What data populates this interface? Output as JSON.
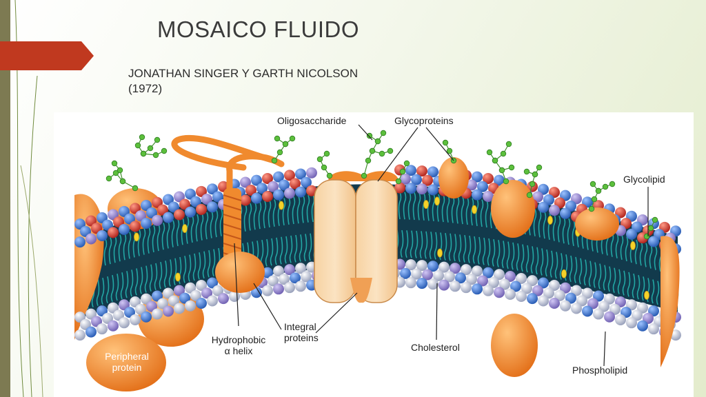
{
  "slide": {
    "title": "MOSAICO FLUIDO",
    "subtitle_line1": "JONATHAN SINGER Y GARTH NICOLSON",
    "subtitle_line2": "(1972)"
  },
  "figure": {
    "labels": {
      "oligosaccharide": "Oligosaccharide",
      "glycoproteins": "Glycoproteins",
      "glycolipid": "Glycolipid",
      "peripheral_line1": "Peripheral",
      "peripheral_line2": "protein",
      "hydrophobic_line1": "Hydrophobic",
      "hydrophobic_line2": "α helix",
      "integral_line1": "Integral",
      "integral_line2": "proteins",
      "cholesterol": "Cholesterol",
      "phospholipid": "Phospholipid"
    }
  },
  "colors": {
    "accent_tab": "#c0391f",
    "left_bar": "#7d7a52",
    "protein_orange": "#f08a2e",
    "head_blue": "#3f73c8",
    "head_red": "#d23a33",
    "head_purple": "#8f80c8",
    "head_grey": "#b8bed2",
    "tail_teal": "#1f9e9c",
    "sugar_green": "#5cbf3c",
    "cholesterol_yellow": "#f5d22a"
  }
}
